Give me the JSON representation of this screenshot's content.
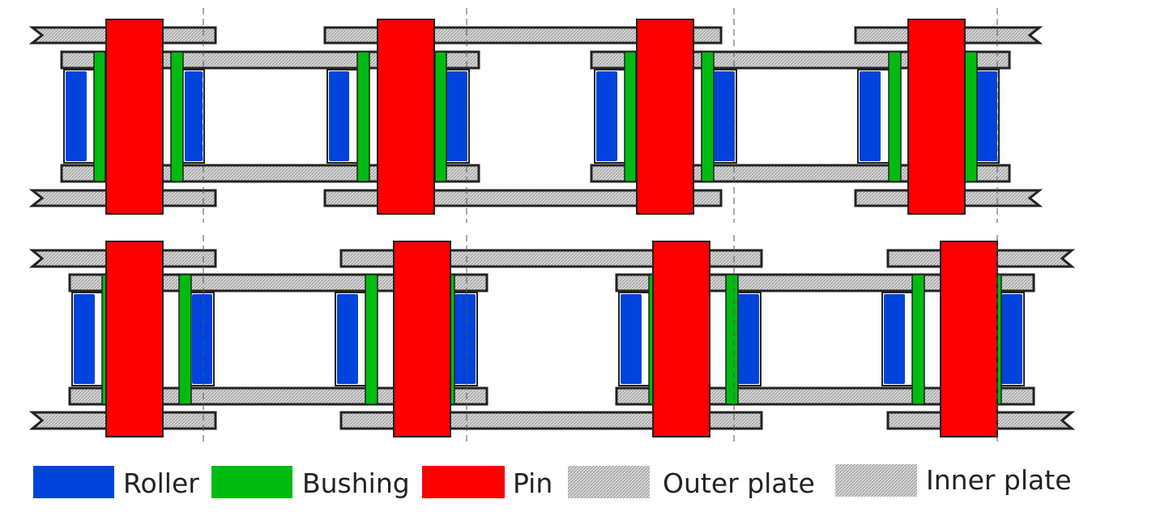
{
  "legend": [
    {
      "label": "Roller",
      "color": "#0044dd"
    },
    {
      "label": "Bushing",
      "color": "#00bb11"
    },
    {
      "label": "Pin",
      "color": "#ff0000"
    },
    {
      "label": "Outer plate",
      "color": "#c8c8c8"
    },
    {
      "label": "Inner plate",
      "color": "#c8c8c8"
    }
  ],
  "colors": {
    "outline": "#222222",
    "hatch": "#999999"
  }
}
